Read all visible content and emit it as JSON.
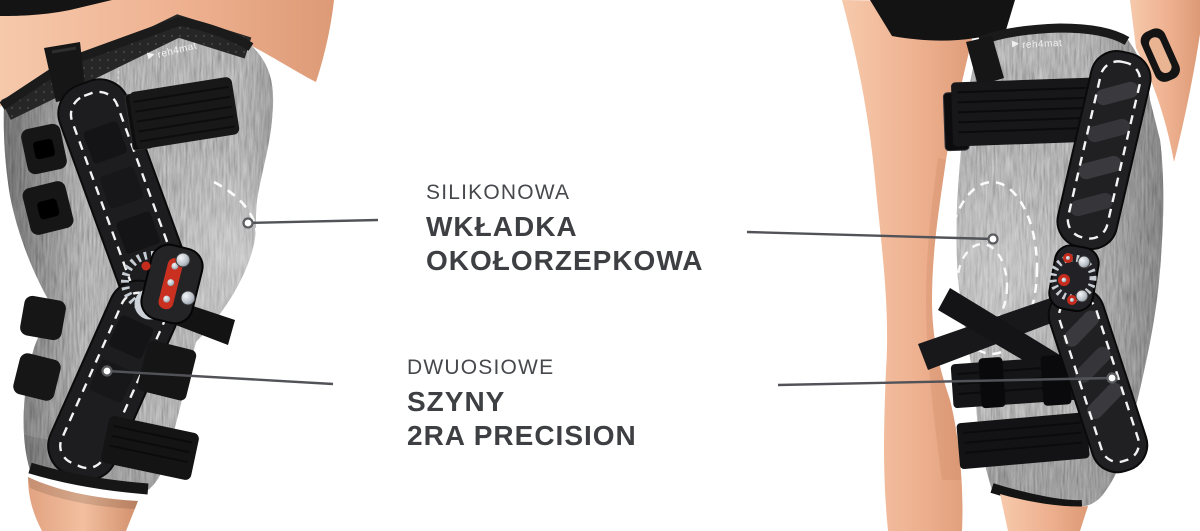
{
  "page": {
    "background_color": "#ffffff",
    "description": "Product infographic of a grey knitted hinged knee brace shown on two legs with Polish feature callouts"
  },
  "brand": {
    "logo_text": "reh4mat"
  },
  "callouts": [
    {
      "id": "silicone-patellar-insert",
      "eyebrow": "SILIKONOWA",
      "title_lines": [
        "WKŁADKA",
        "OKOŁORZEPKOWA"
      ]
    },
    {
      "id": "biaxial-splints",
      "eyebrow": "DWUOSIOWE",
      "title_lines": [
        "SZYNY",
        "2RA PRECISION"
      ]
    }
  ],
  "scenes": [
    {
      "id": "left-view",
      "alt": "Side view of a bent leg wearing the knee brace with lateral hinged splint"
    },
    {
      "id": "right-view",
      "alt": "Back-angled view of a leg wearing the knee brace next to a bare leg"
    }
  ],
  "colors": {
    "text": "#3d3f42",
    "callout_line": "#515358",
    "fabric_grey": "#a6a6a6",
    "splint_black": "#1d1d1f",
    "hinge_red": "#c62c1e",
    "skin": "#eeb190"
  }
}
